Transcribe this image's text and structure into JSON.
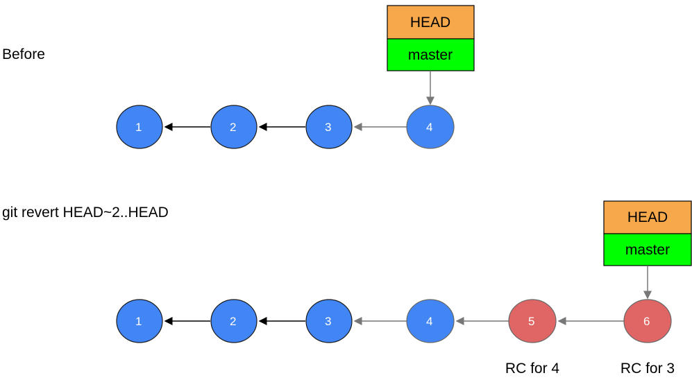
{
  "sections": {
    "before": {
      "title": "Before",
      "commits": [
        {
          "label": "1",
          "kind": "original"
        },
        {
          "label": "2",
          "kind": "original"
        },
        {
          "label": "3",
          "kind": "original"
        },
        {
          "label": "4",
          "kind": "original"
        }
      ],
      "refs": {
        "head": "HEAD",
        "branch": "master",
        "points_to": "4"
      }
    },
    "after": {
      "title": "git revert HEAD~2..HEAD",
      "commits": [
        {
          "label": "1",
          "kind": "original"
        },
        {
          "label": "2",
          "kind": "original"
        },
        {
          "label": "3",
          "kind": "original"
        },
        {
          "label": "4",
          "kind": "original"
        },
        {
          "label": "5",
          "kind": "revert",
          "caption": "RC for 4"
        },
        {
          "label": "6",
          "kind": "revert",
          "caption": "RC for 3"
        }
      ],
      "refs": {
        "head": "HEAD",
        "branch": "master",
        "points_to": "6"
      }
    }
  },
  "colors": {
    "original_commit": "#4285f4",
    "revert_commit": "#e06666",
    "head_box": "#f6a84a",
    "branch_box": "#00ff00",
    "strong_edge": "#000000",
    "weak_edge": "#777777"
  }
}
